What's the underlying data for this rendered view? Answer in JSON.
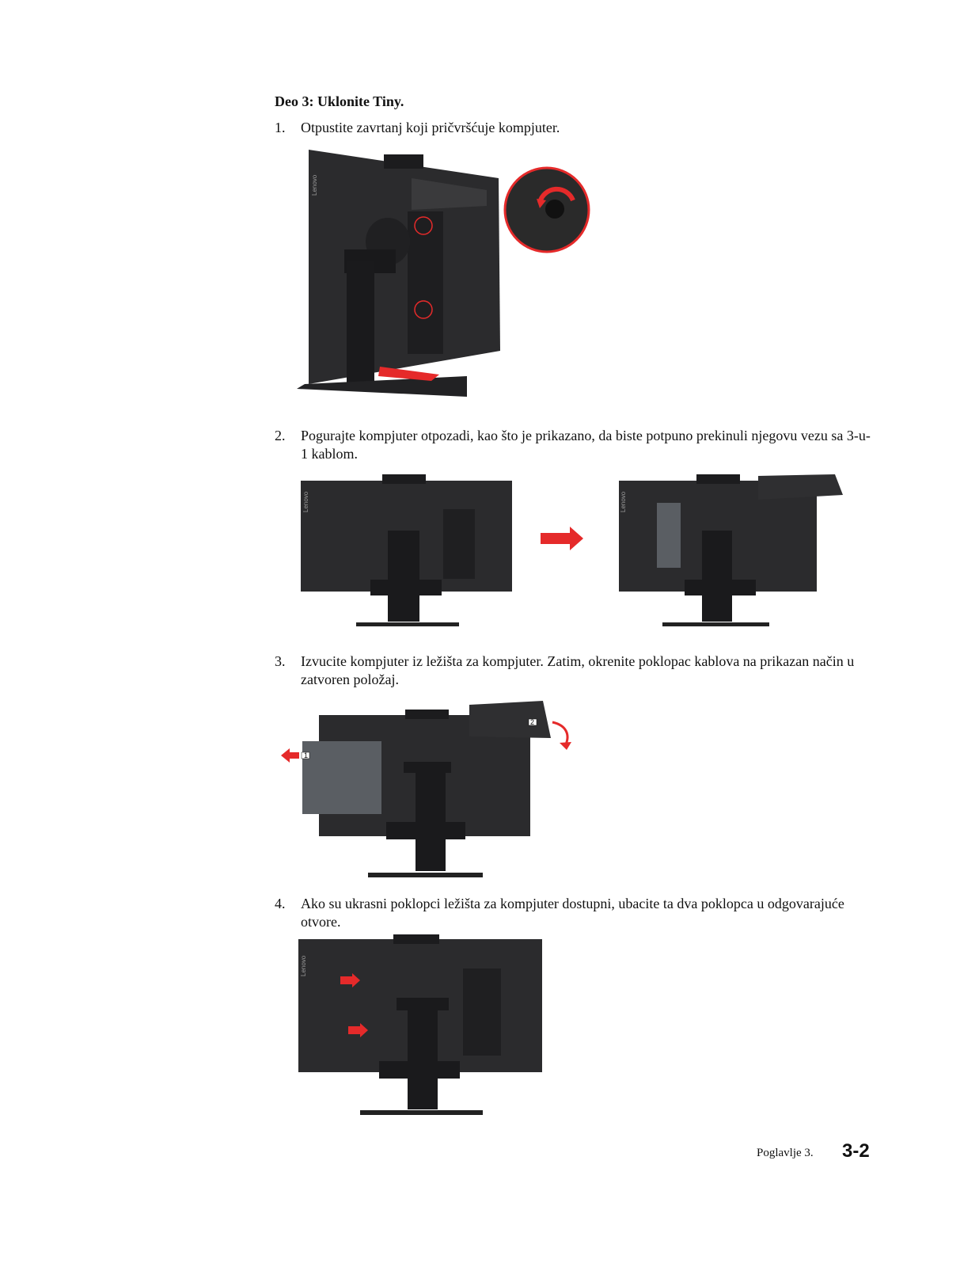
{
  "section_title": "Deo 3: Uklonite Tiny.",
  "steps": [
    {
      "num": "1.",
      "text": "Otpustite zavrtanj koji pričvršćuje kompjuter."
    },
    {
      "num": "2.",
      "text": "Pogurajte kompjuter otpozadi, kao što je prikazano, da biste potpuno prekinuli njegovu vezu sa 3-u-1 kablom."
    },
    {
      "num": "3.",
      "text": "Izvucite kompjuter iz ležišta za kompjuter. Zatim, okrenite poklopac kablova na prikazan način u zatvoren položaj."
    },
    {
      "num": "4.",
      "text": "Ako su ukrasni poklopci ležišta za kompjuter dostupni, ubacite ta dva poklopca u odgovarajuće otvore."
    }
  ],
  "figures": {
    "brand_text": "Lenovo",
    "step3_badges": [
      "1",
      "2"
    ]
  },
  "footer": {
    "chapter_label": "Poglavlje 3.",
    "page_number": "3-2"
  },
  "colors": {
    "accent_red": "#e52a2a",
    "monitor_body": "#2b2b2d",
    "monitor_dark": "#1c1c1e",
    "panel_grey": "#5a5e63"
  }
}
